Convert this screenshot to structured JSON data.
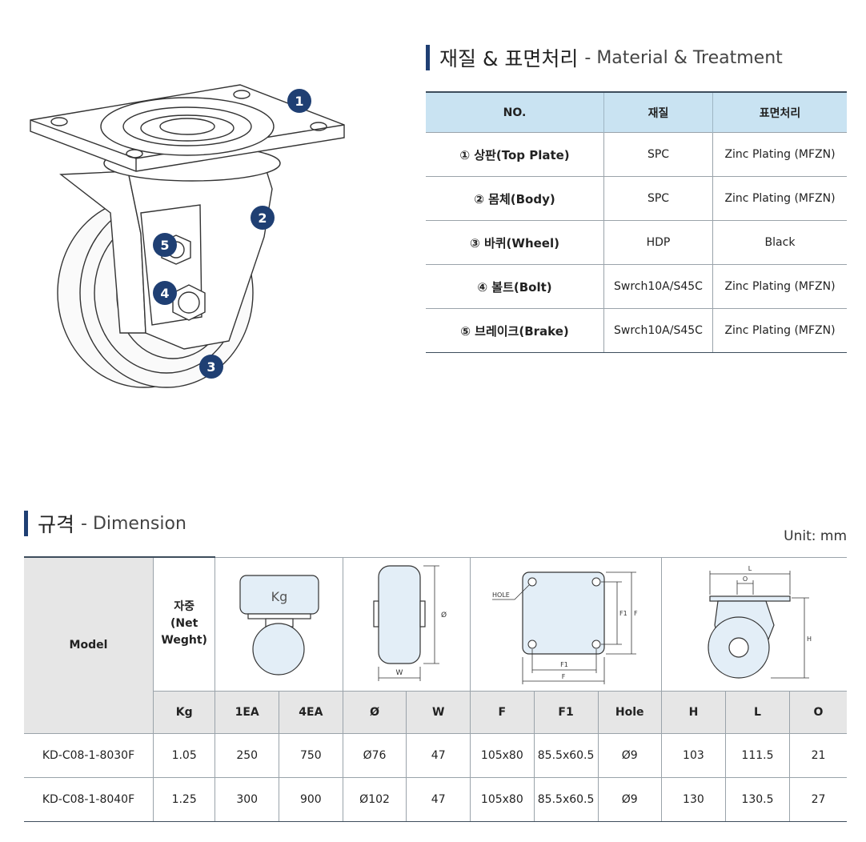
{
  "material": {
    "title_ko": "재질 & 표면처리",
    "title_en": "- Material & Treatment",
    "headers": [
      "NO.",
      "재질",
      "표면처리"
    ],
    "rows": [
      {
        "part": "① 상판(Top Plate)",
        "material": "SPC",
        "treatment": "Zinc Plating (MFZN)"
      },
      {
        "part": "② 몸체(Body)",
        "material": "SPC",
        "treatment": "Zinc Plating (MFZN)"
      },
      {
        "part": "③ 바퀴(Wheel)",
        "material": "HDP",
        "treatment": "Black"
      },
      {
        "part": "④ 볼트(Bolt)",
        "material": "Swrch10A/S45C",
        "treatment": "Zinc Plating (MFZN)"
      },
      {
        "part": "⑤ 브레이크(Brake)",
        "material": "Swrch10A/S45C",
        "treatment": "Zinc Plating (MFZN)"
      }
    ]
  },
  "callouts": [
    "1",
    "2",
    "3",
    "4",
    "5"
  ],
  "dimension": {
    "title_ko": "규격",
    "title_en": "- Dimension",
    "unit": "Unit: mm",
    "model_header": "Model",
    "weight_header": {
      "ko": "자중",
      "en1": "(Net",
      "en2": "Weght)"
    },
    "drawing_labels": {
      "kg": "Kg",
      "hole": "HOLE",
      "w": "W",
      "dia": "Ø",
      "f": "F",
      "f1": "F1",
      "l": "L",
      "o": "O",
      "h": "H"
    },
    "columns": [
      "Kg",
      "1EA",
      "4EA",
      "Ø",
      "W",
      "F",
      "F1",
      "Hole",
      "H",
      "L",
      "O"
    ],
    "rows": [
      [
        "KD-C08-1-8030F",
        "1.05",
        "250",
        "750",
        "Ø76",
        "47",
        "105x80",
        "85.5x60.5",
        "Ø9",
        "103",
        "111.5",
        "21"
      ],
      [
        "KD-C08-1-8040F",
        "1.25",
        "300",
        "900",
        "Ø102",
        "47",
        "105x80",
        "85.5x60.5",
        "Ø9",
        "130",
        "130.5",
        "27"
      ]
    ]
  },
  "colors": {
    "accent": "#1f3f73",
    "header_blue": "#c9e3f2",
    "header_gray": "#e6e6e6",
    "callout": "#1f3f73"
  }
}
